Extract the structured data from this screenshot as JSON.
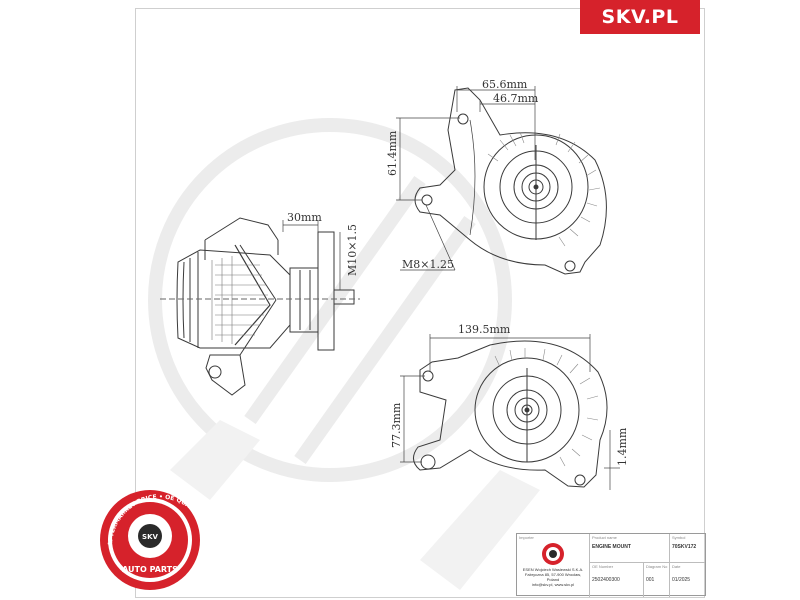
{
  "brand": {
    "tab_text": "SKV.PL"
  },
  "dimensions": {
    "top_width_outer": "65.6mm",
    "top_width_inner": "46.7mm",
    "top_height": "61.4mm",
    "side_offset": "30mm",
    "side_thread": "M10×1.5",
    "top_thread": "M8×1.25",
    "bottom_width": "139.5mm",
    "bottom_height": "77.3mm",
    "bottom_small": "1.4mm"
  },
  "seal": {
    "ring_text": "AFTERMARKET PRICE • OE QUALITY",
    "inner_label": "SKV",
    "bottom_text": "AUTO PARTS"
  },
  "title_block": {
    "importer_label": "Importer",
    "product_label": "Product name",
    "symbol_label": "Symbol",
    "product_value": "ENGINE MOUNT",
    "symbol_value": "70SKV172",
    "company_name": "ESEN Wojciech Wasiewski S.K.A.",
    "company_address": "Fabryczna 85, 57-900 Wrocław, Poland",
    "company_contact": "info@skv.pl, www.skv.pl",
    "oe_label": "OE Number",
    "oe_value": "2502400300",
    "diagram_label": "Diagram No",
    "diagram_value": "001",
    "date_label": "Date",
    "date_value": "01/2025"
  },
  "colors": {
    "accent": "#d6222b",
    "line": "#3a3a3a",
    "watermark": "#ececec"
  }
}
